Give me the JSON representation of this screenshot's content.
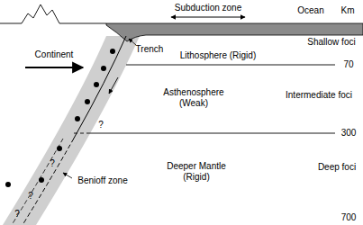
{
  "diagram": {
    "labels": [
      "Subduction zone",
      "Ocean",
      "Km",
      "Continent",
      "Trench",
      "Shallow foci",
      "Lithosphere (Rigid)",
      "70",
      "Intermediate foci",
      "Asthenosphere (Weak)",
      "300",
      "Benioff zone",
      "Deeper Mantle (Rigid)",
      "Deep foci",
      "700",
      "?",
      "?",
      "?",
      "?"
    ]
  }
}
